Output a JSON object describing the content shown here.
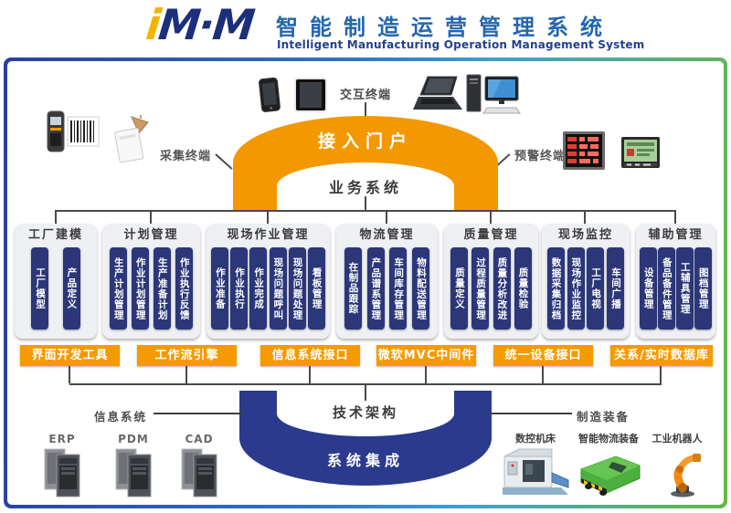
{
  "header": {
    "logo_i": "i",
    "logo_rest": "M·M",
    "title_cn": "智能制造运营管理系统",
    "title_en": "Intelligent Manufacturing Operation Management System"
  },
  "terminals": {
    "collect": "采集终端",
    "interact": "交互终端",
    "alert": "预警终端"
  },
  "portal": {
    "label": "接入门户"
  },
  "business": {
    "label": "业务系统",
    "groups": [
      {
        "title": "工厂建模",
        "items": [
          "工厂模型",
          "产品定义"
        ]
      },
      {
        "title": "计划管理",
        "items": [
          "生产计划管理",
          "作业计划管理",
          "生产准备计划",
          "作业执行反馈"
        ]
      },
      {
        "title": "现场作业管理",
        "items": [
          "作业准备",
          "作业执行",
          "作业完成",
          "现场问题呼叫",
          "现场问题处理",
          "看板管理"
        ]
      },
      {
        "title": "物流管理",
        "items": [
          "在制品跟踪",
          "产品谱系管理",
          "车间库存管理",
          "物料配送管理"
        ]
      },
      {
        "title": "质量管理",
        "items": [
          "质量定义",
          "过程质量管理",
          "质量分析改进",
          "质量检验"
        ]
      },
      {
        "title": "现场监控",
        "items": [
          "数据采集归档",
          "现场作业监控",
          "工厂电视",
          "车间广播"
        ]
      },
      {
        "title": "辅助管理",
        "items": [
          "设备管理",
          "备品备件管理",
          "工辅具管理",
          "图档管理"
        ]
      }
    ]
  },
  "middleware": {
    "bars": [
      "界面开发工具",
      "工作流引擎",
      "信息系统接口",
      "微软MVC中间件",
      "统一设备接口",
      "关系/实时数据库"
    ]
  },
  "tech": {
    "label": "技术架构",
    "integration": "系统集成"
  },
  "info_systems": {
    "label": "信息系统",
    "items": [
      "ERP",
      "PDM",
      "CAD"
    ]
  },
  "equipment": {
    "label": "制造装备",
    "items": [
      "数控机床",
      "智能物流装备",
      "工业机器人"
    ]
  },
  "icons": {
    "collect": [
      "barcode-scanner-icon",
      "rfid-card-icon"
    ],
    "interact": [
      "smartphone-icon",
      "tablet-icon",
      "laptop-icon",
      "desktop-pc-icon"
    ],
    "alert": [
      "andon-display-icon",
      "lcd-display-icon"
    ],
    "info_systems": [
      "server-icon",
      "server-icon",
      "server-icon"
    ],
    "equipment": [
      "cnc-machine-icon",
      "agv-icon",
      "robot-arm-icon"
    ]
  },
  "colors": {
    "orange": "#F39800",
    "navy_pill": "#2B3778",
    "arc_blue": "#2B3A8C",
    "logo_navy": "#1B2F7D",
    "logo_yellow": "#F5B301",
    "title_blue": "#2467AE"
  }
}
